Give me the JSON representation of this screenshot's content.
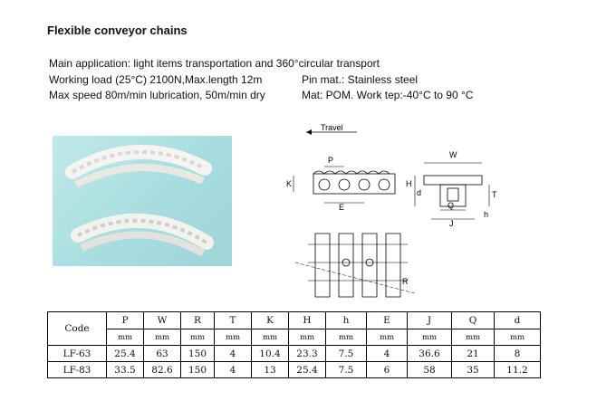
{
  "title": "Flexible  conveyor chains",
  "specs": {
    "line1": "Main application: light items transportation  and 360°circular transport",
    "line2": "Working load (25°C) 2100N,Max.length 12m",
    "line3": "Max speed 80m/min lubrication, 50m/min dry",
    "pin": "Pin mat.: Stainless steel",
    "mat": "Mat: POM. Work tep:-40°C to 90 °C"
  },
  "diagram": {
    "travel": "Travel",
    "labels": {
      "P": "P",
      "E": "E",
      "K": "K",
      "W": "W",
      "H": "H",
      "d": "d",
      "T": "T",
      "Q": "Q",
      "J": "J",
      "h": "h",
      "R": "R"
    }
  },
  "table": {
    "code_header": "Code",
    "columns": [
      "P",
      "W",
      "R",
      "T",
      "K",
      "H",
      "h",
      "E",
      "J",
      "Q",
      "d"
    ],
    "units": [
      "mm",
      "mm",
      "mm",
      "mm",
      "mm",
      "mm",
      "mm",
      "mm",
      "mm",
      "mm",
      "mm"
    ],
    "rows": [
      {
        "code": "LF-63",
        "values": [
          "25.4",
          "63",
          "150",
          "4",
          "10.4",
          "23.3",
          "7.5",
          "4",
          "36.6",
          "21",
          "8"
        ]
      },
      {
        "code": "LF-83",
        "values": [
          "33.5",
          "82.6",
          "150",
          "4",
          "13",
          "25.4",
          "7.5",
          "6",
          "58",
          "35",
          "11.2"
        ]
      }
    ]
  }
}
